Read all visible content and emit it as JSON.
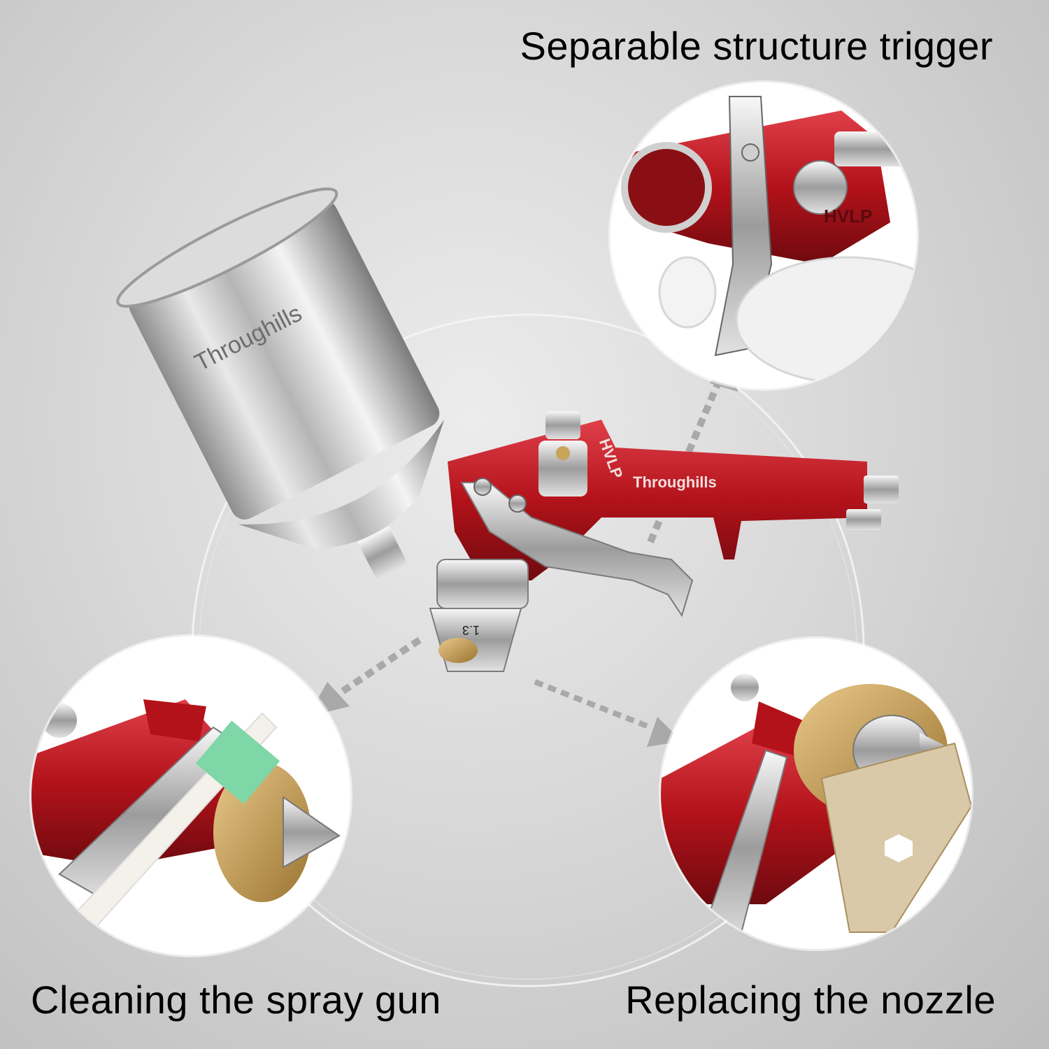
{
  "captions": {
    "top": "Separable structure trigger",
    "left": "Cleaning the spray gun",
    "right": "Replacing the nozzle"
  },
  "product": {
    "brand_on_gun": "Throughills",
    "brand_on_cup": "Throughills",
    "body_label": "HVLP",
    "nozzle_size": "1.3"
  },
  "colors": {
    "gun_red": "#b3121a",
    "metal": "#c9c9c9",
    "brass": "#c9a45a",
    "background": "#d4d4d4"
  }
}
